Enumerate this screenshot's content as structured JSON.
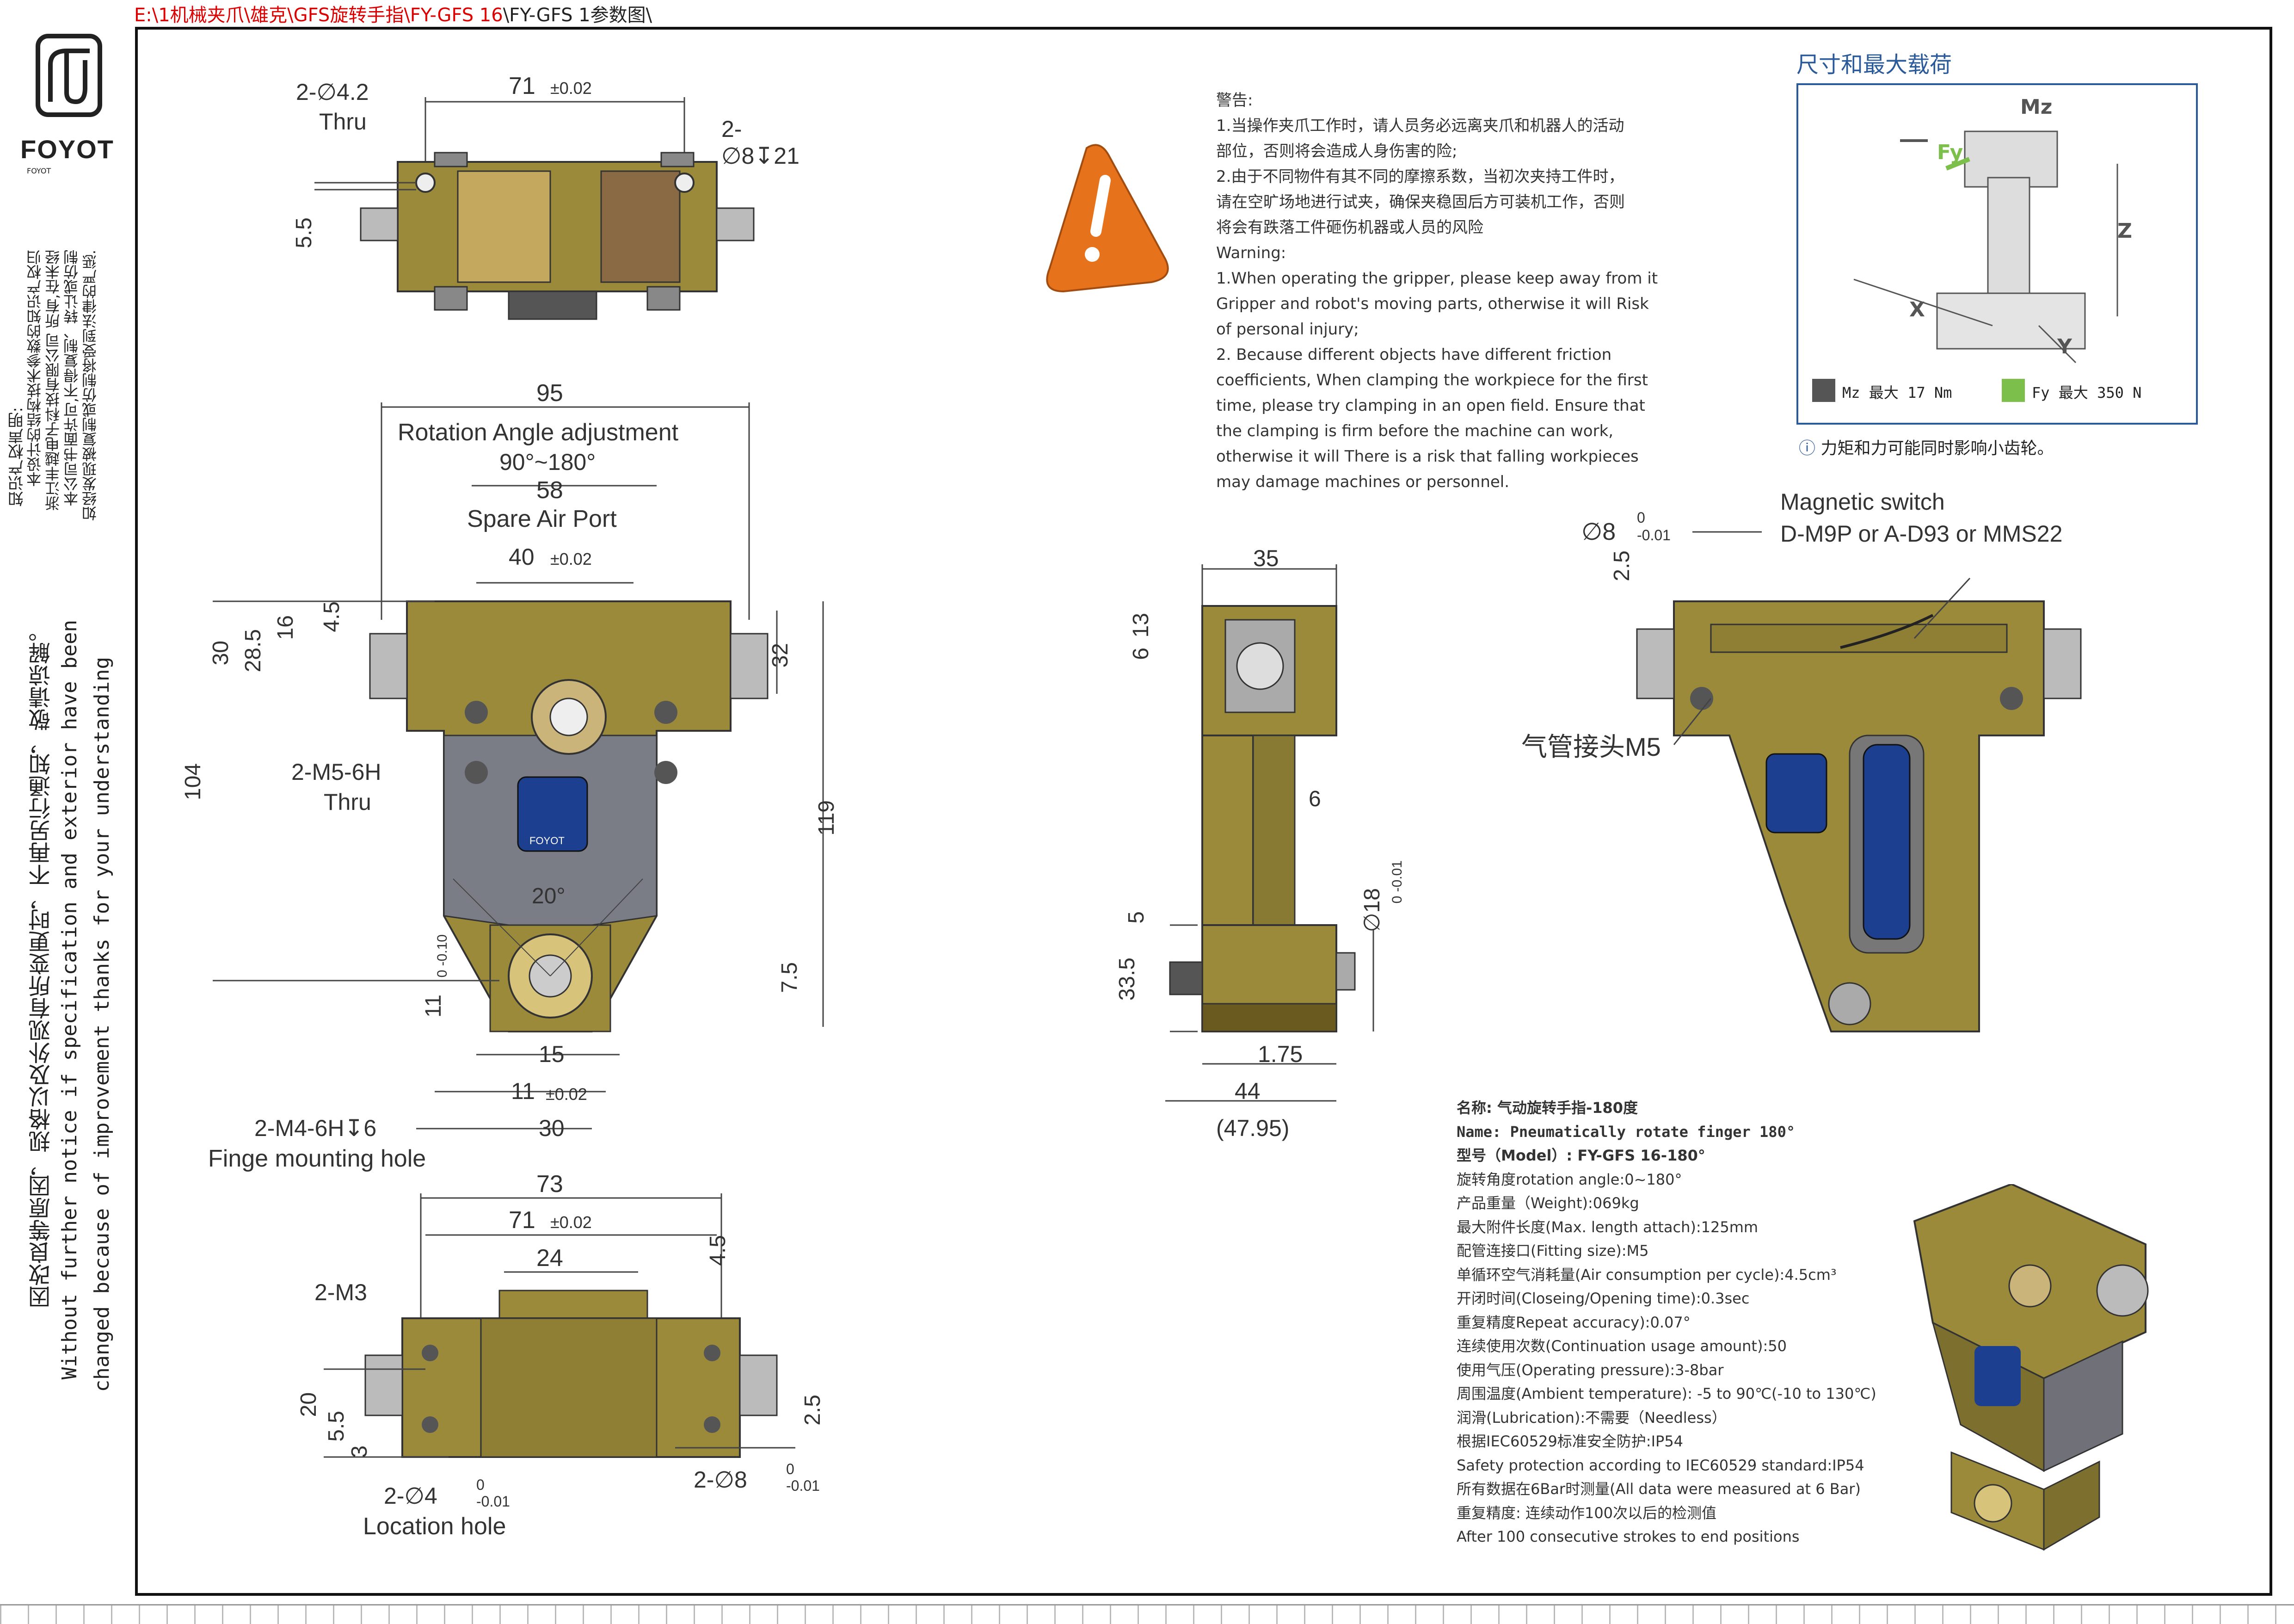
{
  "path": {
    "red": "E:\\1机械夹爪\\雄克\\GFS旋转手指\\FY-GFS 16",
    "black": "\\FY-GFS 1参数图\\"
  },
  "logo": {
    "text": "FOYOT"
  },
  "left_notice": {
    "ip_title": "知识产权声明:",
    "ip_lines": [
      "本设计的结构技术参数的知识产权归",
      "浙江丰越电子科技有限公司 所有,在未经",
      "本公司书面许可,不得复制、转让或仿制",
      "如经发现被复制或仿制将受到法律的严惩."
    ],
    "cn_change": "因改良等原因，规格以及外观有所变更时，不再另行通知，敬请谅解。",
    "en_line1": "Without further  notice if specification and exterior have been",
    "en_line2": "changed because of improvement thanks for your understanding"
  },
  "top_view": {
    "hole1": "2-∅4.2",
    "hole1b": "Thru",
    "width": "71",
    "tol1": "±0.02",
    "hole2": "2-∅8↧21",
    "h55": "5.5"
  },
  "front_view": {
    "w95": "95",
    "rot_label": "Rotation Angle adjustment",
    "rot_range": "90°~180°",
    "w58": "58",
    "spare": "Spare Air Port",
    "w40": "40",
    "tol40": "±0.02",
    "h30": "30",
    "h28": "28.5",
    "h16": "16",
    "h45": "4.5",
    "h32": "32",
    "m5": "2-M5-6H",
    "m5b": "Thru",
    "h104": "104",
    "h119": "119",
    "ang20": "20°",
    "h11": "11",
    "tol11": "0 -0.10",
    "h75": "7.5",
    "w15": "15",
    "w11": "11",
    "tolw11": "±0.02",
    "w30": "30",
    "m4": "2-M4-6H↧6",
    "finge": "Finge mounting hole",
    "logo_plate": "FOYOT"
  },
  "side_view": {
    "w35": "35",
    "h13": "13",
    "h6": "6",
    "w6": "6",
    "dia18": "∅18",
    "tol18": "0 -0.01",
    "h5": "5",
    "h335": "33.5",
    "w175": "1.75",
    "w44": "44",
    "w4795": "(47.95)"
  },
  "right_view": {
    "dia8": "∅8",
    "tol8": "0 -0.01",
    "h25": "2.5",
    "magnetic": "Magnetic switch",
    "switch_models": "D-M9P  or  A-D93  or  MMS22",
    "air": "气管接头M5"
  },
  "bottom_view": {
    "w73": "73",
    "w71": "71",
    "tol71": "±0.02",
    "w24": "24",
    "h45": "4.5",
    "m3": "2-M3",
    "h20": "20",
    "h55": "5.5",
    "h3": "3",
    "h25": "2.5",
    "loc1": "2-∅4",
    "tolloc1": "0 -0.01",
    "loc2": "2-∅8",
    "tolloc2": "0 -0.01",
    "location": "Location hole"
  },
  "warning": {
    "title": "警告:",
    "cn1": "1.当操作夹爪工作时，请人员务必远离夹爪和机器人的活动",
    "cn1b": "部位，否则将会造成人身伤害的险;",
    "cn2": "2.由于不同物件有其不同的摩擦系数，当初次夹持工件时，",
    "cn2b": "请在空旷场地进行试夹，确保夹稳固后方可装机工作，否则",
    "cn2c": "将会有跌落工件砸伤机器或人员的风险",
    "en_title": "Warning:",
    "en": [
      "1.When operating the gripper, please keep away from it",
      "Gripper and robot's moving parts, otherwise it will Risk",
      "of personal injury;",
      "2. Because different objects have different friction",
      "coefficients, When clamping the workpiece for the first",
      "time, please try clamping in an open field. Ensure that",
      "the clamping is firm before the machine can work,",
      "otherwise it will There is a risk that falling workpieces",
      "may damage machines or personnel."
    ]
  },
  "load": {
    "title": "尺寸和最大载荷",
    "mz": "Mz",
    "fy": "Fy",
    "z": "Z",
    "x": "X",
    "y": "Y",
    "legend_mz": "Mz 最大 17 Nm",
    "legend_fy": "Fy 最大 350 N",
    "note": "力矩和力可能同时影响小齿轮。",
    "color_mz": "#555555",
    "color_fy": "#7cc04b",
    "border": "#2a5a9a"
  },
  "specs": [
    "名称: 气动旋转手指-180度",
    "Name: Pneumatically rotate finger 180°",
    "型号（Model）: FY-GFS 16-180°",
    "旋转角度rotation angle:0~180°",
    "产品重量（Weight):069kg",
    "最大附件长度(Max. length attach):125mm",
    "配管连接口(Fitting size):M5",
    "单循环空气消耗量(Air consumption per cycle):4.5cm³",
    "开闭时间(Closeing/Opening time):0.3sec",
    "重复精度Repeat accuracy):0.07°",
    "连续使用次数(Continuation usage amount):50",
    "使用气压(Operating pressure):3-8bar",
    "周围温度(Ambient temperature): -5 to 90℃(-10 to 130℃)",
    "润滑(Lubrication):不需要（Needless）",
    "根据IEC60529标准安全防护:IP54",
    "Safety protection according to IEC60529 standard:IP54",
    "所有数据在6Bar时测量(All data were measured at 6 Bar)",
    "重复精度: 连续动作100次以后的检测值",
    "After 100 consecutive strokes to end positions"
  ]
}
